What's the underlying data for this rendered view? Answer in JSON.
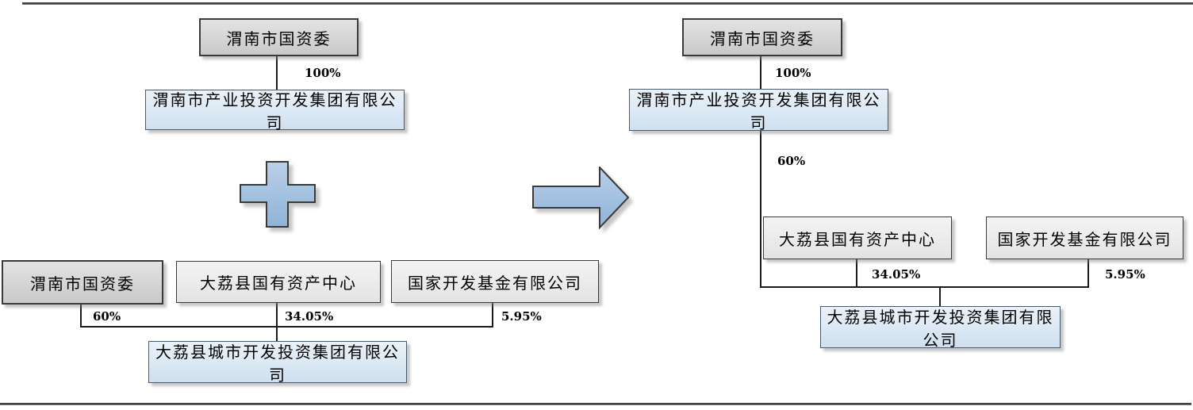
{
  "document": {
    "type": "equity-structure-diagram",
    "rules": {
      "top": "",
      "bottom": ""
    }
  },
  "diagram": {
    "before": {
      "top_owner": {
        "label": "渭南市国资委"
      },
      "link_100": {
        "label": "100%"
      },
      "group": {
        "label": "渭南市产业投资开发集团有限公司"
      },
      "shareholders": [
        {
          "label": "渭南市国资委",
          "pct": "60%"
        },
        {
          "label": "大荔县国有资产中心",
          "pct": "34.05%"
        },
        {
          "label": "国家开发基金有限公司",
          "pct": "5.95%"
        }
      ],
      "target": {
        "label": "大荔县城市开发投资集团有限公司"
      }
    },
    "after": {
      "top_owner": {
        "label": "渭南市国资委"
      },
      "link_100": {
        "label": "100%"
      },
      "group": {
        "label": "渭南市产业投资开发集团有限公司"
      },
      "link_60": {
        "label": "60%"
      },
      "shareholders": [
        {
          "label": "大荔县国有资产中心",
          "pct": "34.05%"
        },
        {
          "label": "国家开发基金有限公司",
          "pct": "5.95%"
        }
      ],
      "target": {
        "label": "大荔县城市开发投资集团有限公司"
      }
    },
    "operators": {
      "plus_icon": "plus",
      "arrow_icon": "arrow-right"
    },
    "colors": {
      "box_gray": "#d2d2d2",
      "box_light": "#ececec",
      "box_blue": "#dce6f1",
      "shape_fill": "#9dbcdc",
      "shape_border": "#3a3a3a",
      "line": "#1a1a1a",
      "rule": "#3f3f3f"
    }
  }
}
